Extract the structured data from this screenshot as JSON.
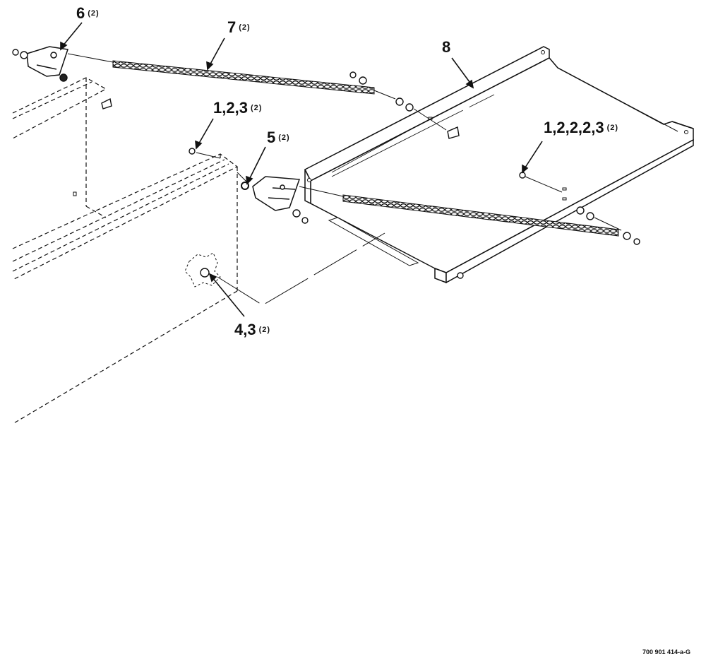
{
  "callouts": {
    "c6": {
      "num": "6",
      "qty": "(2)"
    },
    "c7": {
      "num": "7",
      "qty": "(2)"
    },
    "c8": {
      "num": "8",
      "qty": ""
    },
    "c123": {
      "num": "1,2,3",
      "qty": "(2)"
    },
    "c5": {
      "num": "5",
      "qty": "(2)"
    },
    "c12223": {
      "num": "1,2,2,2,3",
      "qty": "(2)"
    },
    "c43": {
      "num": "4,3",
      "qty": "(2)"
    }
  },
  "figure_ref": "700 901 414-a-G"
}
